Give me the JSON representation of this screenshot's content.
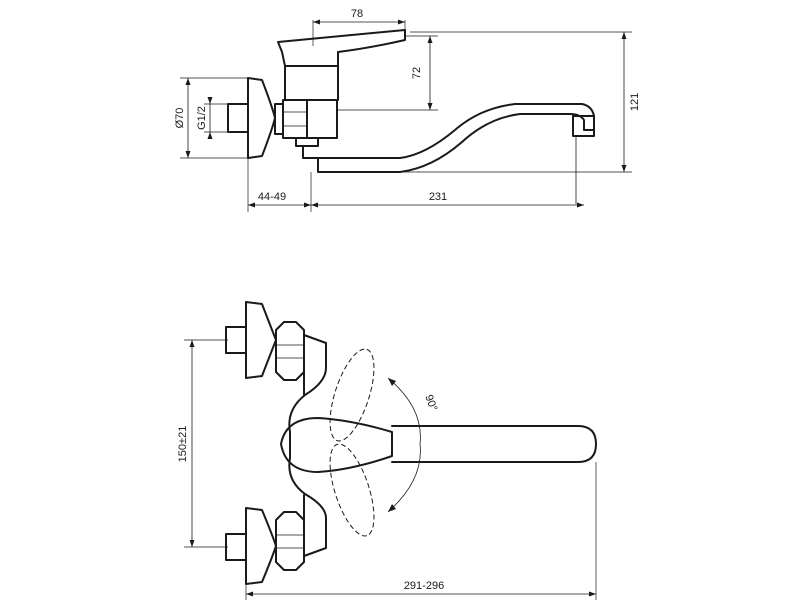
{
  "dimensions": {
    "handle_width": "78",
    "handle_height": "72",
    "total_height": "121",
    "rosette_diameter": "Ø70",
    "thread": "G1/2",
    "wall_offset": "44-49",
    "spout_reach": "231",
    "swivel_angle": "90°",
    "inlet_spacing": "150±21",
    "overall_width": "291-296"
  }
}
